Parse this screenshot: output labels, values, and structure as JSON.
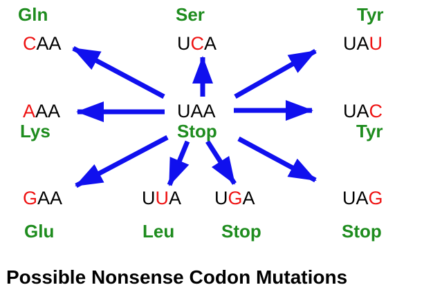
{
  "colors": {
    "arrow": "#1010ee",
    "amino_acid": "#1e8c1e",
    "mutated_base": "#ee1111",
    "base": "#000000"
  },
  "center": {
    "codon": "UAA",
    "amino_acid": "Stop"
  },
  "mutations": [
    {
      "id": "caa",
      "prefix": "",
      "mutated": "C",
      "suffix": "AA",
      "amino_acid": "Gln"
    },
    {
      "id": "uca",
      "prefix": "U",
      "mutated": "C",
      "suffix": "A",
      "amino_acid": "Ser"
    },
    {
      "id": "uau",
      "prefix": "UA",
      "mutated": "U",
      "suffix": "",
      "amino_acid": "Tyr"
    },
    {
      "id": "aaa",
      "prefix": "",
      "mutated": "A",
      "suffix": "AA",
      "amino_acid": "Lys"
    },
    {
      "id": "uac",
      "prefix": "UA",
      "mutated": "C",
      "suffix": "",
      "amino_acid": "Tyr"
    },
    {
      "id": "gaa",
      "prefix": "",
      "mutated": "G",
      "suffix": "AA",
      "amino_acid": "Glu"
    },
    {
      "id": "uua",
      "prefix": "U",
      "mutated": "U",
      "suffix": "A",
      "amino_acid": "Leu"
    },
    {
      "id": "uga",
      "prefix": "U",
      "mutated": "G",
      "suffix": "A",
      "amino_acid": "Stop"
    },
    {
      "id": "uag",
      "prefix": "UA",
      "mutated": "G",
      "suffix": "",
      "amino_acid": "Stop"
    }
  ],
  "caption": "Possible Nonsense Codon Mutations"
}
